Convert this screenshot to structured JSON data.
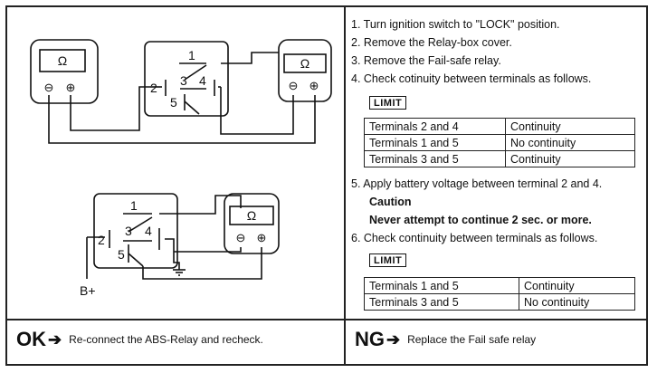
{
  "diagram": {
    "ohm_symbol": "Ω",
    "minus": "⊖",
    "plus": "⊕",
    "terminals": [
      "1",
      "2",
      "3",
      "4",
      "5"
    ],
    "battery_label": "B+"
  },
  "steps": [
    "1. Turn ignition switch to \"LOCK\" position.",
    "2. Remove the Relay-box cover.",
    "3. Remove the Fail-safe relay.",
    "4. Check cotinuity between terminals as follows.",
    "5. Apply battery voltage between terminal 2 and 4.",
    "6. Check continuity between terminals as follows."
  ],
  "caution": {
    "title": "Caution",
    "text": "Never attempt to continue 2 sec. or more."
  },
  "limit_label": "LIMIT",
  "table1": [
    [
      "Terminals 2 and 4",
      "Continuity"
    ],
    [
      "Terminals 1 and 5",
      "No continuity"
    ],
    [
      "Terminals 3 and 5",
      "Continuity"
    ]
  ],
  "table2": [
    [
      "Terminals 1 and 5",
      "Continuity"
    ],
    [
      "Terminals 3 and 5",
      "No continuity"
    ]
  ],
  "ok": {
    "label": "OK",
    "arrow": "➔",
    "text": "Re-connect the ABS-Relay and recheck."
  },
  "ng": {
    "label": "NG",
    "arrow": "➔",
    "text": "Replace the Fail safe relay"
  }
}
